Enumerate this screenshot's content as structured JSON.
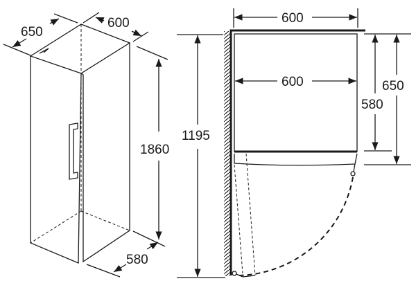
{
  "isometric_view": {
    "depth_label": "650",
    "width_label": "600",
    "height_label": "1860",
    "door_depth_label": "580"
  },
  "top_view": {
    "outer_width_label": "600",
    "inner_width_label": "600",
    "body_depth_label": "580",
    "total_depth_label": "650",
    "door_open_clearance_label": "1195"
  }
}
